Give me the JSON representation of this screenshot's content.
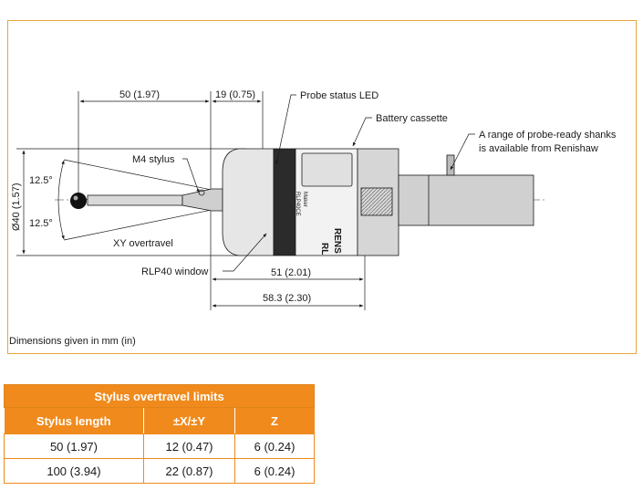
{
  "drawing": {
    "dim_top_left": "50 (1.97)",
    "dim_top_right": "19 (0.75)",
    "dim_diameter": "Ø40 (1.57)",
    "angle_upper": "12.5°",
    "angle_lower": "12.5°",
    "label_led": "Probe status LED",
    "label_battery": "Battery cassette",
    "label_shanks_1": "A range of probe-ready shanks",
    "label_shanks_2": "is available from Renishaw",
    "label_stylus": "M4 stylus",
    "label_xy": "XY overtravel",
    "label_window": "RLP40 window",
    "dim_51": "51 (2.01)",
    "dim_583": "58.3 (2.30)",
    "body_text_1": "Maker",
    "body_text_2": "RLP40CE",
    "brand_text_1": "RENS",
    "brand_text_2": "RL"
  },
  "note": "Dimensions given in mm (in)",
  "table": {
    "caption": "Stylus overtravel limits",
    "headers": [
      "Stylus length",
      "±X/±Y",
      "Z"
    ],
    "rows": [
      [
        "50 (1.97)",
        "12 (0.47)",
        "6 (0.24)"
      ],
      [
        "100 (3.94)",
        "22 (0.87)",
        "6 (0.24)"
      ]
    ]
  },
  "colors": {
    "accent": "#f08a1c",
    "frame": "#e8a33a"
  }
}
